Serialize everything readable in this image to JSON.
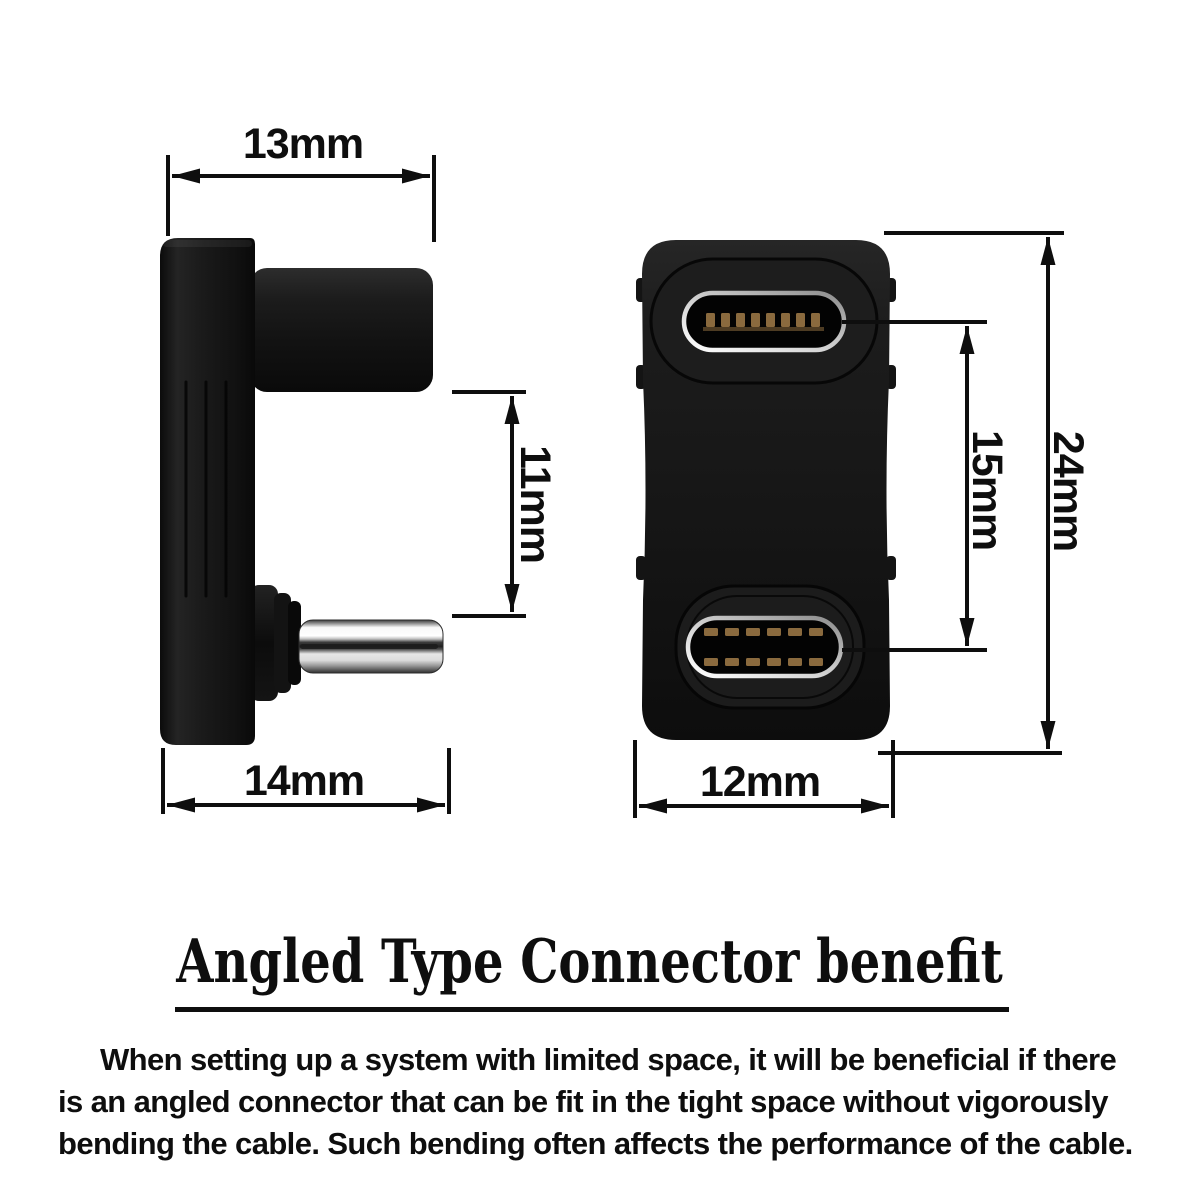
{
  "colors": {
    "background": "#ffffff",
    "ink": "#0e0e0e",
    "plastic": "#161616",
    "plastic-light": "#1d1d1d",
    "metal-bright": "#f5f5f5",
    "metal-shadow": "#8c8c8c",
    "pin-gold": "#8a6a3e"
  },
  "diagram": {
    "side_view": {
      "dim_top_width": "13mm",
      "dim_height": "11mm",
      "dim_bottom_width": "14mm"
    },
    "front_view": {
      "dim_port_span": "15mm",
      "dim_height": "24mm",
      "dim_width": "12mm"
    }
  },
  "title": "Angled Type Connector benefit",
  "paragraph_lines": [
    "When setting up a system with limited space, it will be beneficial if there",
    "is an angled connector that can be fit in the tight space without vigorously",
    "bending the cable. Such bending often affects the performance of the cable."
  ]
}
